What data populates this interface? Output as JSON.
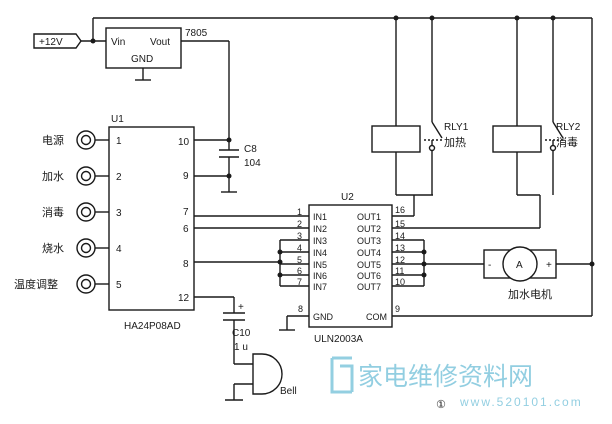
{
  "power": {
    "supply": "+12V",
    "regulator": "7805",
    "vin": "Vin",
    "vout": "Vout",
    "gnd": "GND"
  },
  "mcu": {
    "ref": "U1",
    "part": "HA24P08AD",
    "inputs": [
      {
        "label": "电源",
        "pin": "1"
      },
      {
        "label": "加水",
        "pin": "2"
      },
      {
        "label": "消毒",
        "pin": "3"
      },
      {
        "label": "烧水",
        "pin": "4"
      },
      {
        "label": "温度调整",
        "pin": "5"
      }
    ],
    "right_pins": [
      "10",
      "9",
      "7",
      "6",
      "8",
      "12"
    ]
  },
  "c8": {
    "ref": "C8",
    "value": "104"
  },
  "c10": {
    "ref": "C10",
    "value": "1 u",
    "polarity": "+"
  },
  "bell": {
    "label": "Bell"
  },
  "driver": {
    "ref": "U2",
    "part": "ULN2003A",
    "in_labels": [
      "IN1",
      "IN2",
      "IN3",
      "IN4",
      "IN5",
      "IN6",
      "IN7"
    ],
    "in_pins": [
      "1",
      "2",
      "3",
      "4",
      "5",
      "6",
      "7"
    ],
    "out_labels": [
      "OUT1",
      "OUT2",
      "OUT3",
      "OUT4",
      "OUT5",
      "OUT6",
      "OUT7"
    ],
    "out_pins": [
      "16",
      "15",
      "14",
      "13",
      "12",
      "11",
      "10"
    ],
    "gnd_label": "GND",
    "gnd_pin": "8",
    "com_label": "COM",
    "com_pin": "9"
  },
  "relays": [
    {
      "ref": "RLY1",
      "function": "加热"
    },
    {
      "ref": "RLY2",
      "function": "消毒"
    }
  ],
  "motor": {
    "symbol": "A",
    "minus": "-",
    "plus": "+",
    "label": "加水电机"
  },
  "watermark": {
    "site": "家电维修资料网",
    "url": "www.520101.com",
    "figure": "①"
  },
  "colors": {
    "ink": "#1a1a1a",
    "watermark": "#3aa7c9"
  }
}
